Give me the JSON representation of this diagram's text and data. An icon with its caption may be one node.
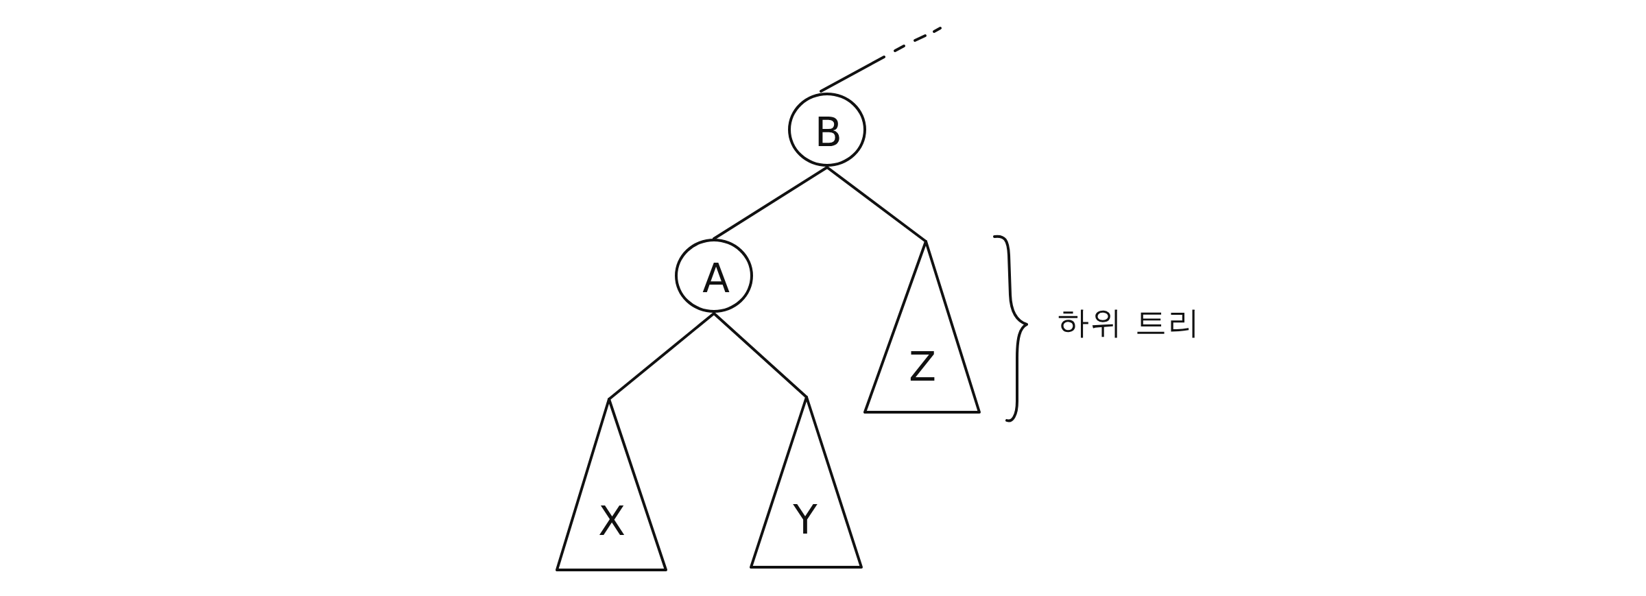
{
  "diagram": {
    "nodes": [
      {
        "text": [
          "B"
        ]
      },
      {
        "text": [
          "A"
        ]
      },
      {
        "text": [
          "X"
        ]
      },
      {
        "text": [
          "Y"
        ]
      },
      {
        "text": [
          "Z"
        ]
      }
    ],
    "edges": [
      {
        "from": 0,
        "to": null,
        "arrow": "none"
      },
      {
        "from": 0,
        "to": 1,
        "arrow": "none"
      },
      {
        "from": 0,
        "to": 4,
        "arrow": "none"
      },
      {
        "from": 1,
        "to": 2,
        "arrow": "none"
      },
      {
        "from": 1,
        "to": 3,
        "arrow": "none"
      }
    ],
    "labels": [
      "하위 트리"
    ]
  }
}
